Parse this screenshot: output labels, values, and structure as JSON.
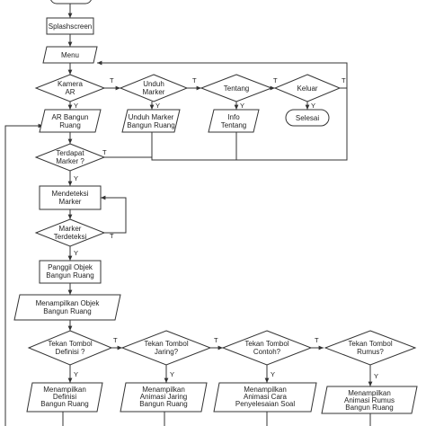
{
  "flowchart": {
    "terminals": {
      "finish": "Selesai"
    },
    "processes": {
      "splash": "Splashscreen",
      "detect": [
        "Mendeteksi",
        "Marker"
      ],
      "call": [
        "Panggil Objek",
        "Bangun Ruang"
      ]
    },
    "io": {
      "menu": "Menu",
      "ar": [
        "AR Bangun",
        "Ruang"
      ],
      "unduh": [
        "Unduh Marker",
        "Bangun Ruang"
      ],
      "info": [
        "Info",
        "Tentang"
      ],
      "show": [
        "Menampilkan Objek",
        "Bangun Ruang"
      ],
      "out1": [
        "Menampilkan",
        "Definisi",
        "Bangun Ruang"
      ],
      "out2": [
        "Menampilkan",
        "Animasi Jaring",
        "Bangun Ruang"
      ],
      "out3": [
        "Menampilkan",
        "Animasi Cara",
        "Penyelesaian Soal"
      ],
      "out4": [
        "Menampilkan",
        "Animasi Rumus",
        "Bangun Ruang"
      ]
    },
    "decisions": {
      "kamera": [
        "Kamera",
        "AR"
      ],
      "unduh": [
        "Unduh",
        "Marker"
      ],
      "tentang": "Tentang",
      "keluar": "Keluar",
      "terdapat": [
        "Terdapat",
        "Marker ?"
      ],
      "terdeteksi": [
        "Marker",
        "Terdeteksi"
      ],
      "t1": [
        "Tekan Tombol",
        "Definisi ?"
      ],
      "t2": [
        "Tekan Tombol",
        "Jaring?"
      ],
      "t3": [
        "Tekan Tombol",
        "Contoh?"
      ],
      "t4": [
        "Tekan Tombol",
        "Rumus?"
      ]
    },
    "edge_labels": {
      "yes": "Y",
      "no": "T"
    }
  }
}
